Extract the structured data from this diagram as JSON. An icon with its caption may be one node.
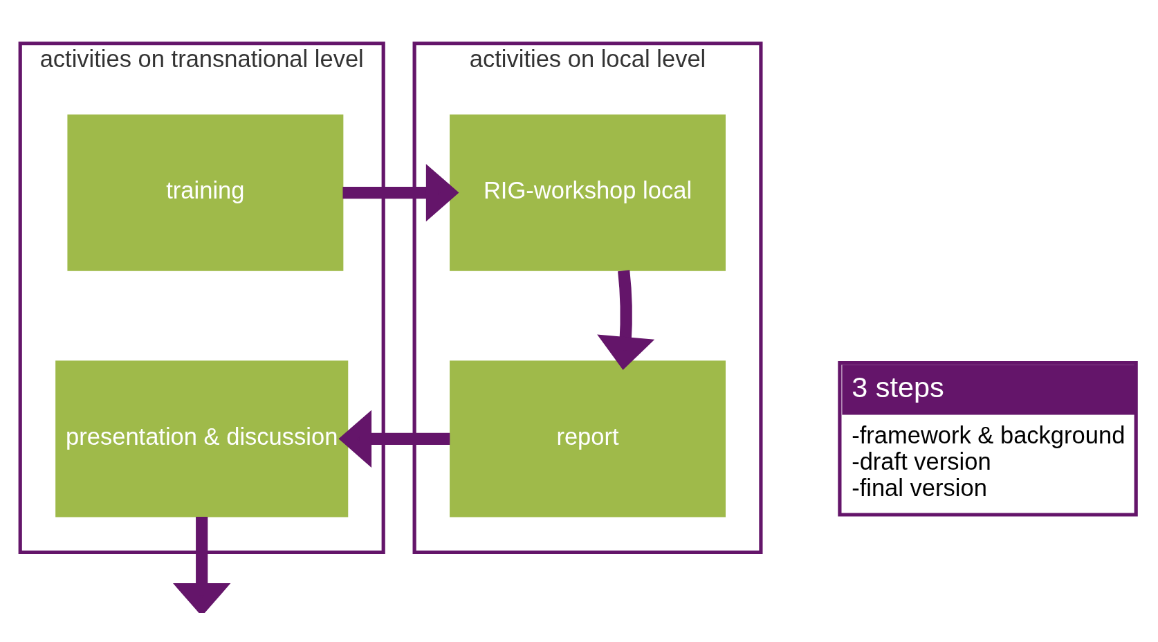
{
  "diagram": {
    "nodes": [
      {
        "text": [
          "activities on transnational level"
        ]
      },
      {
        "text": [
          "training"
        ],
        "in": 0
      },
      {
        "text": [
          "presentation & discussion"
        ],
        "in": 0
      },
      {
        "text": [
          "activities on local level"
        ]
      },
      {
        "text": [
          "RIG-workshop local"
        ],
        "in": 3
      },
      {
        "text": [
          "report"
        ],
        "in": 3
      },
      {
        "text": [
          "3 steps",
          "-framework & background",
          "-draft version",
          "-final version"
        ]
      }
    ],
    "edges": [
      {
        "from": 1,
        "to": 4,
        "arrow": "to"
      },
      {
        "from": 4,
        "to": 5,
        "arrow": "to"
      },
      {
        "from": 5,
        "to": 2,
        "arrow": "to"
      },
      {
        "from": 2,
        "to": null,
        "arrow": "to"
      }
    ]
  }
}
